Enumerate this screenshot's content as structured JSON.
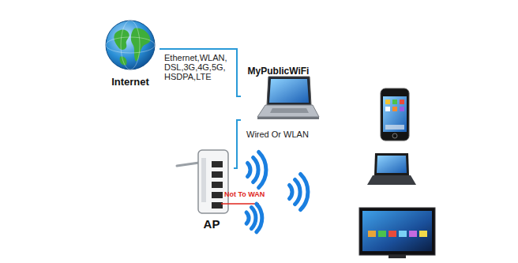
{
  "diagram": {
    "nodes": [
      {
        "text": [
          "Internet"
        ]
      },
      {
        "text": [
          "MyPublicWiFi"
        ]
      },
      {
        "text": [
          "AP"
        ]
      }
    ],
    "edges": [
      {
        "from": 0,
        "to": 1,
        "arrow": "none",
        "label": "Ethernet,WLAN, DSL,3G,4G,5G, HSDPA,LTE"
      },
      {
        "from": 1,
        "to": 2,
        "arrow": "none",
        "label": "Wired Or WLAN"
      }
    ],
    "labels": [
      "Not To WAN"
    ]
  }
}
